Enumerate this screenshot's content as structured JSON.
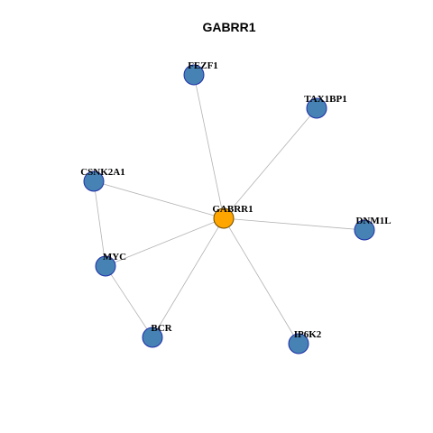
{
  "title": "GABRR1",
  "colors": {
    "hub_fill": "#FFA500",
    "hub_stroke": "#6B4A00",
    "node_fill": "#4682B4",
    "node_stroke": "#1F2FA8",
    "edge": "#B3B3B3"
  },
  "network": {
    "nodes": [
      {
        "id": "GABRR1",
        "label": "GABRR1",
        "hub": true
      },
      {
        "id": "FEZF1",
        "label": "FEZF1",
        "hub": false
      },
      {
        "id": "TAX1BP1",
        "label": "TAX1BP1",
        "hub": false
      },
      {
        "id": "CSNK2A1",
        "label": "CSNK2A1",
        "hub": false
      },
      {
        "id": "DNM1L",
        "label": "DNM1L",
        "hub": false
      },
      {
        "id": "MYC",
        "label": "MYC",
        "hub": false
      },
      {
        "id": "BCR",
        "label": "BCR",
        "hub": false
      },
      {
        "id": "IP6K2",
        "label": "IP6K2",
        "hub": false
      }
    ],
    "edges": [
      {
        "source": "GABRR1",
        "target": "FEZF1"
      },
      {
        "source": "GABRR1",
        "target": "TAX1BP1"
      },
      {
        "source": "GABRR1",
        "target": "CSNK2A1"
      },
      {
        "source": "GABRR1",
        "target": "DNM1L"
      },
      {
        "source": "GABRR1",
        "target": "MYC"
      },
      {
        "source": "GABRR1",
        "target": "BCR"
      },
      {
        "source": "GABRR1",
        "target": "IP6K2"
      },
      {
        "source": "CSNK2A1",
        "target": "MYC"
      },
      {
        "source": "MYC",
        "target": "BCR"
      }
    ]
  }
}
